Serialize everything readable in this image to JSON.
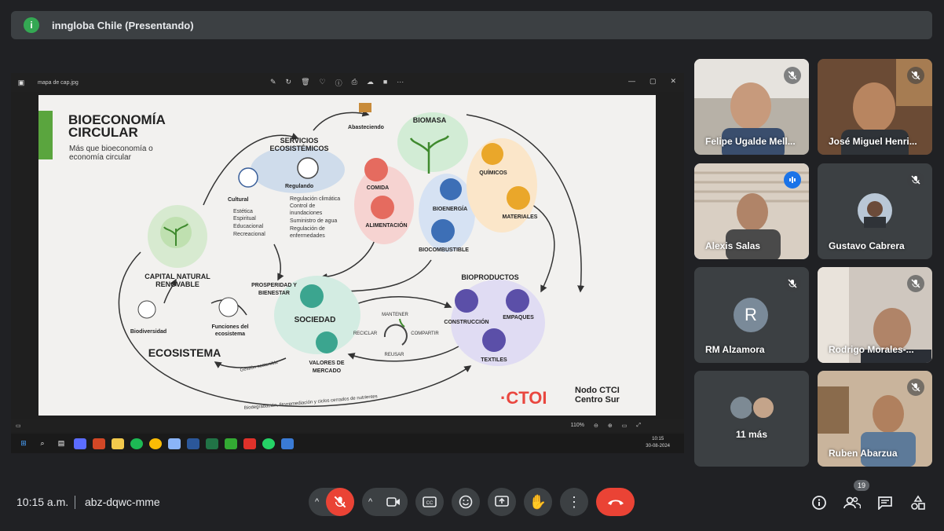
{
  "presenter_bar": {
    "label": "inngloba Chile (Presentando)",
    "dot": "i"
  },
  "shared_window": {
    "filename": "mapa de cap.jpg",
    "zoom": "110%",
    "clock_time": "10:15",
    "clock_date": "30-08-2024"
  },
  "slide": {
    "title_line1": "BIOECONOMÍA",
    "title_line2": "CIRCULAR",
    "subtitle_line1": "Más que bioeconomía o",
    "subtitle_line2": "economía circular",
    "servicios_line1": "SERVICIOS",
    "servicios_line2": "ECOSISTÉMICOS",
    "abastecienda": "Abasteciendo",
    "biomasa": "BIOMASA",
    "comida": "COMIDA",
    "alimentacion": "ALIMENTACIÓN",
    "bioenergia": "BIOENERGÍA",
    "biocombustible": "BIOCOMBUSTIBLE",
    "quimicos": "QUÍMICOS",
    "materiales": "MATERIALES",
    "cultural": "Cultural",
    "cultural_items": [
      "Estética",
      "Espiritual",
      "Educacional",
      "Recreacional"
    ],
    "regulando": "Regulando",
    "regulando_items": [
      "Regulación climática",
      "Control de",
      "inundaciones",
      "Suministro de agua",
      "Regulación de",
      "enfermedades"
    ],
    "capital_line1": "CAPITAL NATURAL",
    "capital_line2": "RENOVABLE",
    "prosperidad_line1": "PROSPERIDAD Y",
    "prosperidad_line2": "BIENESTAR",
    "sociedad": "SOCIEDAD",
    "bioproductos": "BIOPRODUCTOS",
    "construccion": "CONSTRUCCIÓN",
    "empaques": "EMPAQUES",
    "textiles": "TEXTILES",
    "mantener": "MANTENER",
    "reciclar": "RECICLAR",
    "compartir": "COMPARTIR",
    "reusar": "REUSAR",
    "valores_line1": "VALORES DE",
    "valores_line2": "MERCADO",
    "biodiversidad": "Biodiversidad",
    "funciones_line1": "Funciones del",
    "funciones_line2": "ecosistema",
    "ecosistema": "ECOSISTEMA",
    "gestion": "Gestión sostenible",
    "biodegradacion": "Biodegradación, fitorremediación y ciclos cerrados de nutrientes",
    "logo_text": "·CTOI",
    "nodo_line1": "Nodo CTCI",
    "nodo_line2": "Centro Sur"
  },
  "participants": [
    {
      "name": "Felipe Ugalde Mell...",
      "muted": true
    },
    {
      "name": "José Miguel Henri...",
      "muted": true
    },
    {
      "name": "Alexis Salas",
      "muted": false,
      "speaking": true
    },
    {
      "name": "Gustavo Cabrera",
      "muted": true
    },
    {
      "name": "RM Alzamora",
      "muted": true,
      "initial": "R"
    },
    {
      "name": "Rodrigo Morales-...",
      "muted": true
    },
    {
      "name": "11 más"
    },
    {
      "name": "Ruben Abarzua",
      "muted": true
    }
  ],
  "bottom": {
    "time": "10:15 a.m.",
    "meeting_code": "abz-dqwc-mme",
    "people_count": "19"
  },
  "colors": {
    "accent_red": "#ea4335",
    "active_blue": "#8ab4f8",
    "presenter_dot": "#34a853"
  }
}
